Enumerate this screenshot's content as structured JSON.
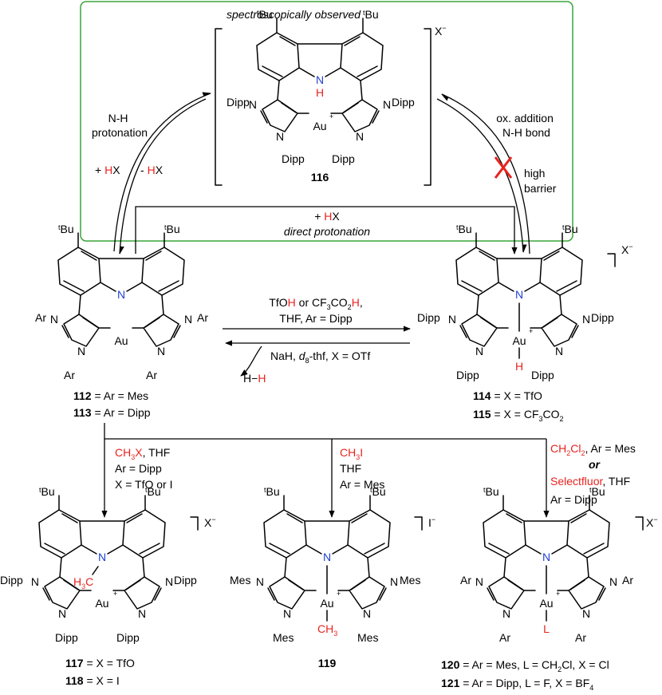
{
  "box_title": "spectroscopically observed",
  "paths": {
    "nh_protonation_1": "N-H",
    "nh_protonation_2": "protonation",
    "plus_hx": "+ ",
    "minus_hx": "- ",
    "h": "H",
    "x": "X",
    "ox_1": "ox. addition",
    "ox_2": "N-H bond",
    "barrier_1": "high",
    "barrier_2": "barrier",
    "direct_1": "+ ",
    "direct_2": "direct protonation"
  },
  "forward": {
    "line1_a": "TfO",
    "line1_h": "H",
    "line1_b": " or CF",
    "line1_sub3": "3",
    "line1_c": "CO",
    "line1_sub2": "2",
    "line1_h2": "H",
    "line1_comma": ",",
    "line2": "THF, Ar = Dipp"
  },
  "reverse": {
    "a": "NaH, ",
    "d": "d",
    "sub8": "8",
    "b": "-thf, X = OTf",
    "hh_h1": "H",
    "hh_bond": "−",
    "hh_h2": "H"
  },
  "atoms": {
    "tbu_t": "t",
    "tbu_bu": "Bu",
    "n": "N",
    "au": "Au",
    "plus": "+",
    "dipp": "Dipp",
    "mes": "Mes",
    "ar": "Ar",
    "h": "H",
    "x_minus": "X",
    "i_minus": "I",
    "minus": "−",
    "methyl": "CH",
    "sub3": "3",
    "h3c_a": "H",
    "h3c_b": "C",
    "l": "L"
  },
  "cond_117": {
    "l1_a": "CH",
    "l1_sub": "3",
    "l1_b": "X",
    "l1_c": ", THF",
    "l2": "Ar = Dipp",
    "l3": "X = TfO or I"
  },
  "cond_119": {
    "l1_a": "CH",
    "l1_sub": "3",
    "l1_b": "I",
    "l2": "THF",
    "l3": "Ar = Mes"
  },
  "cond_120": {
    "l1_a": "CH",
    "l1_sub": "2",
    "l1_b": "Cl",
    "l1_sub2": "2",
    "l1_c": ", Ar = Mes",
    "l2": "or",
    "l3_a": "Selectfluor",
    "l3_b": ", THF",
    "l4": "Ar = Dipp"
  },
  "compounds": {
    "c116": "116",
    "c112": "112",
    "c112_rest": " = Ar = Mes",
    "c113": "113",
    "c113_rest": " = Ar = Dipp",
    "c114": "114",
    "c114_rest": " = X = TfO",
    "c115": "115",
    "c115_rest_a": " = X = CF",
    "c115_sub3": "3",
    "c115_rest_b": "CO",
    "c115_sub2": "2",
    "c117": "117",
    "c117_rest": " = X = TfO",
    "c118": "118",
    "c118_rest": " = X = I",
    "c119": "119",
    "c120": "120",
    "c120_a": " = Ar = Mes, L = CH",
    "c120_sub": "2",
    "c120_b": "Cl,  X = Cl",
    "c121": "121",
    "c121_a": " = Ar = Dipp, L = F,  X = BF",
    "c121_sub": "4"
  }
}
